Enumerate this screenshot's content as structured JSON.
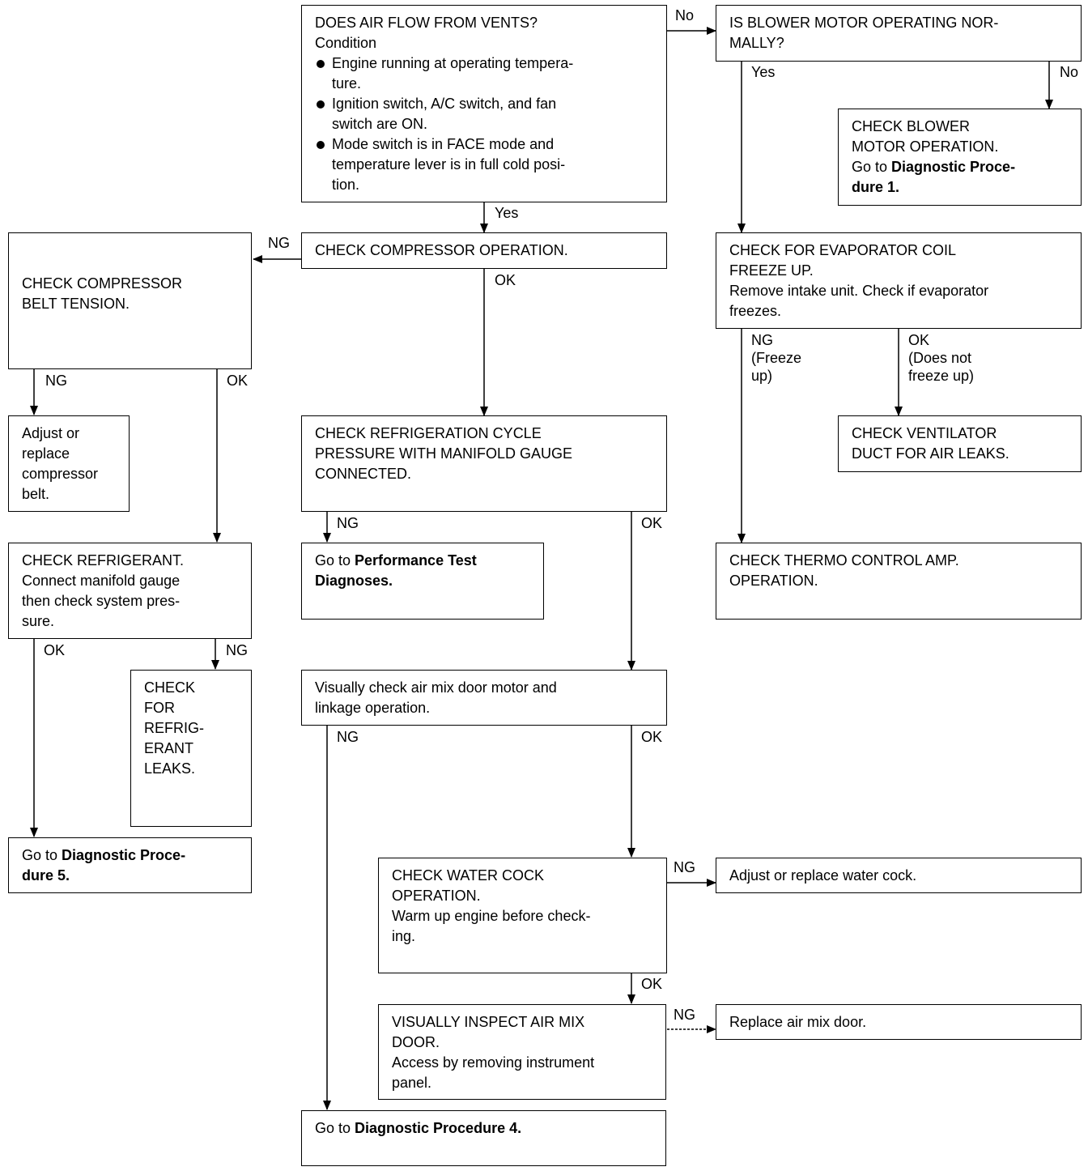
{
  "boxes": {
    "air_flow": {
      "title": "DOES AIR FLOW FROM VENTS?",
      "condition": "Condition",
      "bullets": [
        "Engine running at operating tempera-",
        "ture.",
        "Ignition switch, A/C switch, and fan",
        "switch are ON.",
        "Mode switch is in FACE mode and",
        "temperature lever is in full cold posi-",
        "tion."
      ]
    },
    "blower_normal": {
      "lines": [
        "IS BLOWER MOTOR OPERATING NOR-",
        "MALLY?"
      ]
    },
    "blower_check": {
      "lines": [
        "CHECK BLOWER",
        "MOTOR OPERATION."
      ],
      "goto_prefix": "Go to ",
      "goto_bold_1": "Diagnostic Proce-",
      "goto_bold_2": "dure 1."
    },
    "compressor_op": {
      "lines": [
        "CHECK COMPRESSOR OPERATION."
      ]
    },
    "belt_tension": {
      "lines": [
        "CHECK COMPRESSOR",
        "BELT TENSION."
      ]
    },
    "evaporator": {
      "lines": [
        "CHECK FOR EVAPORATOR COIL",
        "FREEZE UP.",
        "Remove intake unit. Check if evaporator",
        "freezes."
      ]
    },
    "adjust_belt": {
      "lines": [
        "Adjust or",
        "replace",
        "compressor",
        "belt."
      ]
    },
    "refrig_cycle": {
      "lines": [
        "CHECK REFRIGERATION CYCLE",
        "PRESSURE WITH MANIFOLD GAUGE",
        "CONNECTED."
      ]
    },
    "ventilator": {
      "lines": [
        "CHECK VENTILATOR",
        "DUCT FOR AIR LEAKS."
      ]
    },
    "check_refrigerant": {
      "lines": [
        "CHECK REFRIGERANT.",
        "Connect manifold gauge",
        "then check system pres-",
        "sure."
      ]
    },
    "performance": {
      "goto_prefix": "Go to ",
      "goto_bold_1": "Performance Test",
      "goto_bold_2": "Diagnoses."
    },
    "thermo": {
      "lines": [
        "CHECK THERMO CONTROL AMP.",
        "OPERATION."
      ]
    },
    "leaks": {
      "lines": [
        "CHECK",
        "FOR",
        "REFRIG-",
        "ERANT",
        "LEAKS."
      ]
    },
    "air_mix_motor": {
      "lines": [
        "Visually check air mix door motor and",
        "linkage operation."
      ]
    },
    "diag5": {
      "goto_prefix": "Go to ",
      "goto_bold_1": "Diagnostic Proce-",
      "goto_bold_2": "dure 5."
    },
    "water_cock": {
      "lines": [
        "CHECK WATER COCK",
        "OPERATION.",
        "Warm up engine before check-",
        "ing."
      ]
    },
    "replace_water_cock": {
      "lines": [
        "Adjust or replace water cock."
      ]
    },
    "inspect_door": {
      "lines": [
        "VISUALLY INSPECT AIR MIX",
        "DOOR.",
        "Access by removing instrument",
        "panel."
      ]
    },
    "replace_door": {
      "lines": [
        "Replace air mix door."
      ]
    },
    "diag4": {
      "goto_prefix": "Go to ",
      "goto_bold_1": "Diagnostic Procedure 4."
    }
  },
  "labels": {
    "no1": "No",
    "yes_blower": "Yes",
    "no_blower": "No",
    "yes_air": "Yes",
    "ng_comp": "NG",
    "ok_comp": "OK",
    "ng_belt": "NG",
    "ok_belt": "OK",
    "ng_freeze": [
      "NG",
      "(Freeze",
      "up)"
    ],
    "ok_freeze": [
      "OK",
      "(Does not",
      "freeze up)"
    ],
    "ng_cycle": "NG",
    "ok_cycle": "OK",
    "ok_refrig": "OK",
    "ng_refrig": "NG",
    "ng_mix": "NG",
    "ok_mix": "OK",
    "ng_water": "NG",
    "ok_water": "OK",
    "ng_door": "NG"
  }
}
